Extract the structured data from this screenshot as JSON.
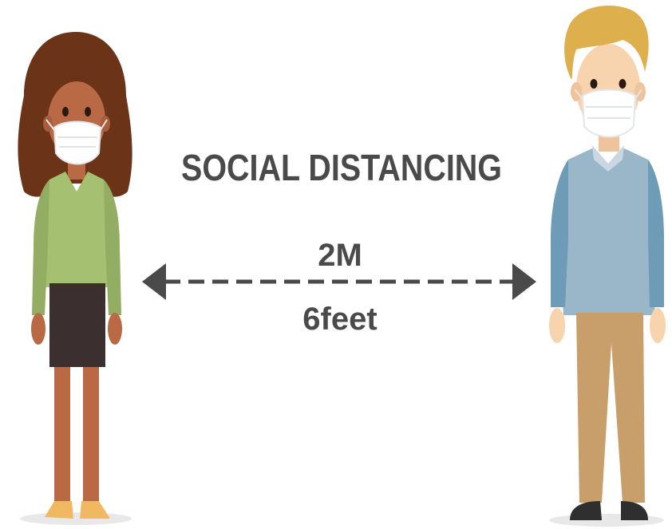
{
  "heading": "SOCIAL DISTANCING",
  "distance_metric": "2M",
  "distance_imperial": "6feet",
  "colors": {
    "text": "#4a4a4a",
    "arrow": "#4a4a4a",
    "woman_skin": "#b96a45",
    "woman_hair": "#6b3318",
    "woman_top": "#a5c071",
    "woman_skirt": "#3b2f2f",
    "woman_shoes": "#f0b860",
    "man_skin": "#f7d3ae",
    "man_hair": "#ddb04d",
    "man_shirt": "#9ab6c9",
    "man_sleeve": "#6e9bb5",
    "man_collar": "#cad7e2",
    "man_pants": "#c89f6a",
    "man_shoes": "#2f2f2f",
    "mask": "#ffffff",
    "shadow": "#e8e8e8"
  },
  "icons": {
    "arrow_left": "arrow-left-icon",
    "arrow_right": "arrow-right-icon"
  }
}
